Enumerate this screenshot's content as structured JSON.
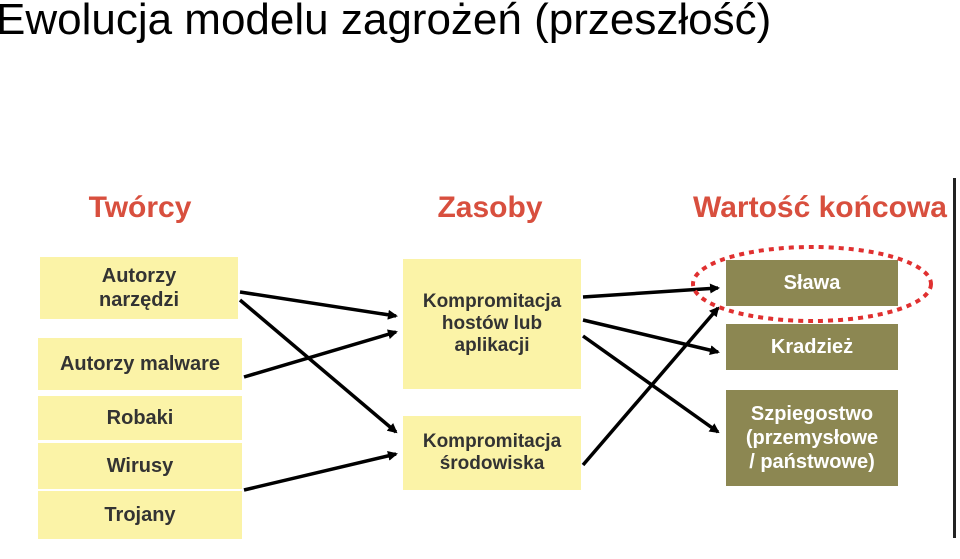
{
  "title": "Ewolucja modelu zagrożeń (przeszłość)",
  "headers": {
    "creators": "Twórcy",
    "assets": "Zasoby",
    "value": "Wartość końcowa"
  },
  "creators": [
    "Autorzy\nnarzędzi",
    "Autorzy malware",
    "Robaki",
    "Wirusy",
    "Trojany"
  ],
  "assets": [
    "Kompromitacja\nhostów lub\naplikacji",
    "Kompromitacja\nśrodowiska"
  ],
  "values": [
    "Sława",
    "Kradzież",
    "Szpiegostwo\n(przemysłowe\n/ państwowe)"
  ],
  "colors": {
    "header": "#d84f3e",
    "yellow_box": "#fbf3a7",
    "olive_box": "#8c8752",
    "highlight": "#e03030",
    "arrow": "#000000"
  },
  "highlighted_value": "Sława"
}
